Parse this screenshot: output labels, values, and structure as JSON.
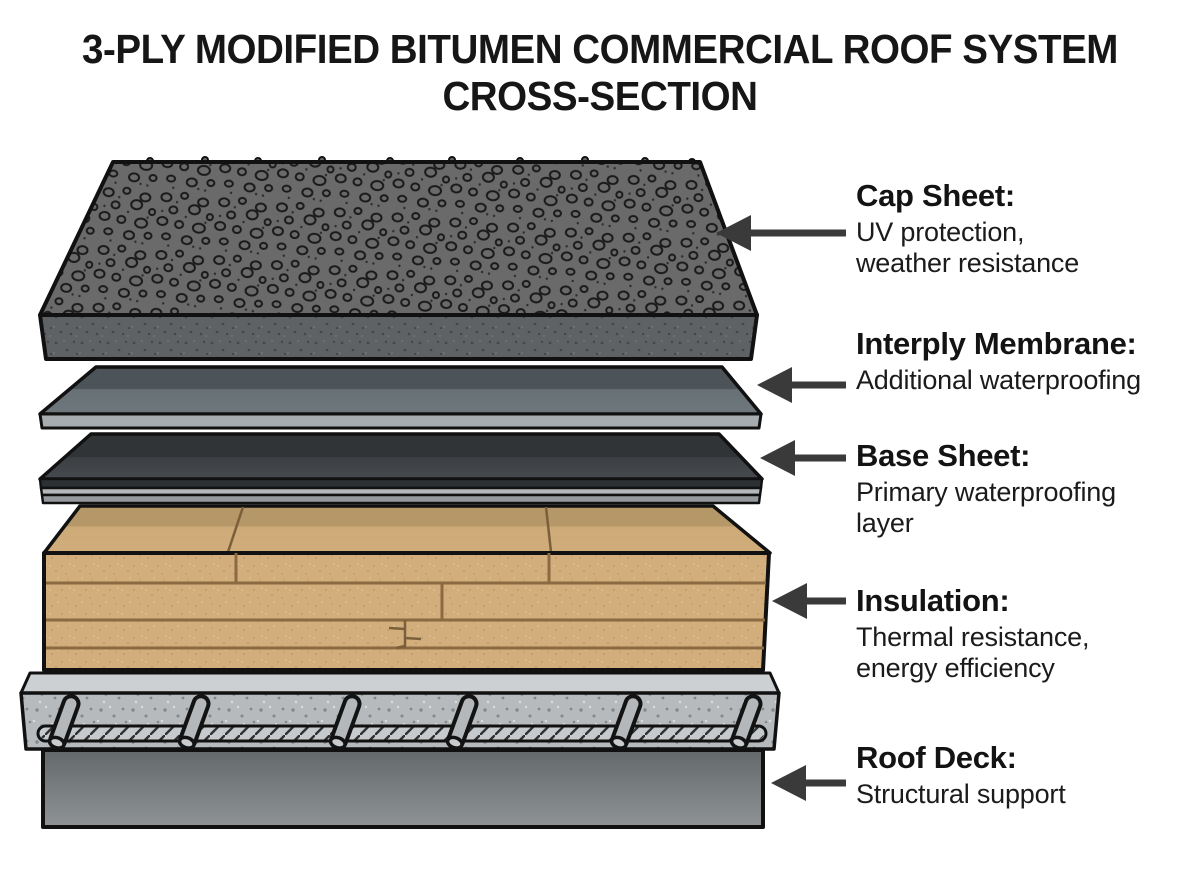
{
  "title": {
    "line1": "3-PLY MODIFIED BITUMEN COMMERCIAL ROOF SYSTEM",
    "line2": "CROSS-SECTION"
  },
  "annotations": [
    {
      "id": "cap-sheet",
      "heading": "Cap Sheet:",
      "description": "UV protection,\nweather resistance"
    },
    {
      "id": "interply-membrane",
      "heading": "Interply Membrane:",
      "description": "Additional waterproofing"
    },
    {
      "id": "base-sheet",
      "heading": "Base Sheet:",
      "description": "Primary waterproofing\nlayer"
    },
    {
      "id": "insulation",
      "heading": "Insulation:",
      "description": "Thermal resistance,\nenergy efficiency"
    },
    {
      "id": "roof-deck",
      "heading": "Roof Deck:",
      "description": "Structural support"
    }
  ],
  "colors": {
    "background": "#ffffff",
    "text": "#141414",
    "arrow": "#3a3a3a",
    "cap_sheet_granule": "#6a6a6a",
    "cap_sheet_edge": "#5e6265",
    "interply_top": "#5a6267",
    "interply_edge": "#a6acb0",
    "base_sheet_top": "#383c40",
    "base_sheet_edge_light": "#b4b8bb",
    "insulation_tan": "#d3ae7d",
    "insulation_seam": "#8b6a42",
    "concrete": "#b6babd",
    "rebar": "#c7cacc",
    "deck_slab_top": "#63686b",
    "deck_slab_bottom": "#8f9395",
    "outline": "#111111"
  }
}
